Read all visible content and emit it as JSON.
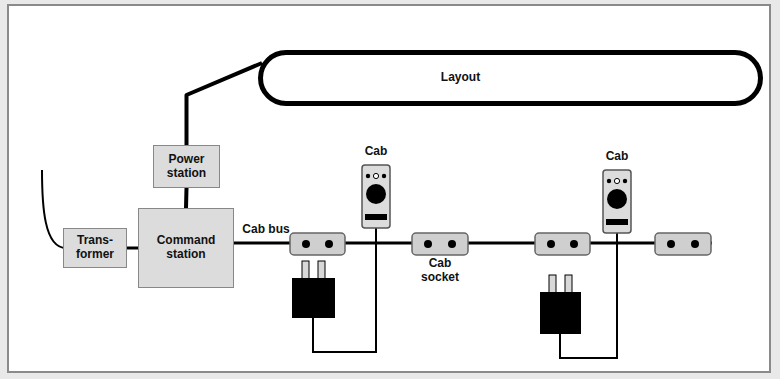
{
  "diagram": {
    "nodes": [
      {
        "text": [
          "Layout"
        ]
      },
      {
        "text": [
          "Power station"
        ]
      },
      {
        "text": [
          "Trans- former"
        ]
      },
      {
        "text": [
          "Command station"
        ]
      },
      {
        "text": [
          "Cab"
        ]
      },
      {
        "text": [
          "Cab"
        ]
      }
    ],
    "edges": [
      {
        "from": 2,
        "to": 3,
        "arrow": "none"
      },
      {
        "from": 3,
        "to": 1,
        "arrow": "none"
      },
      {
        "from": 1,
        "to": 0,
        "arrow": "none"
      }
    ],
    "labels": [
      "Cab bus",
      "Cab socket"
    ]
  }
}
